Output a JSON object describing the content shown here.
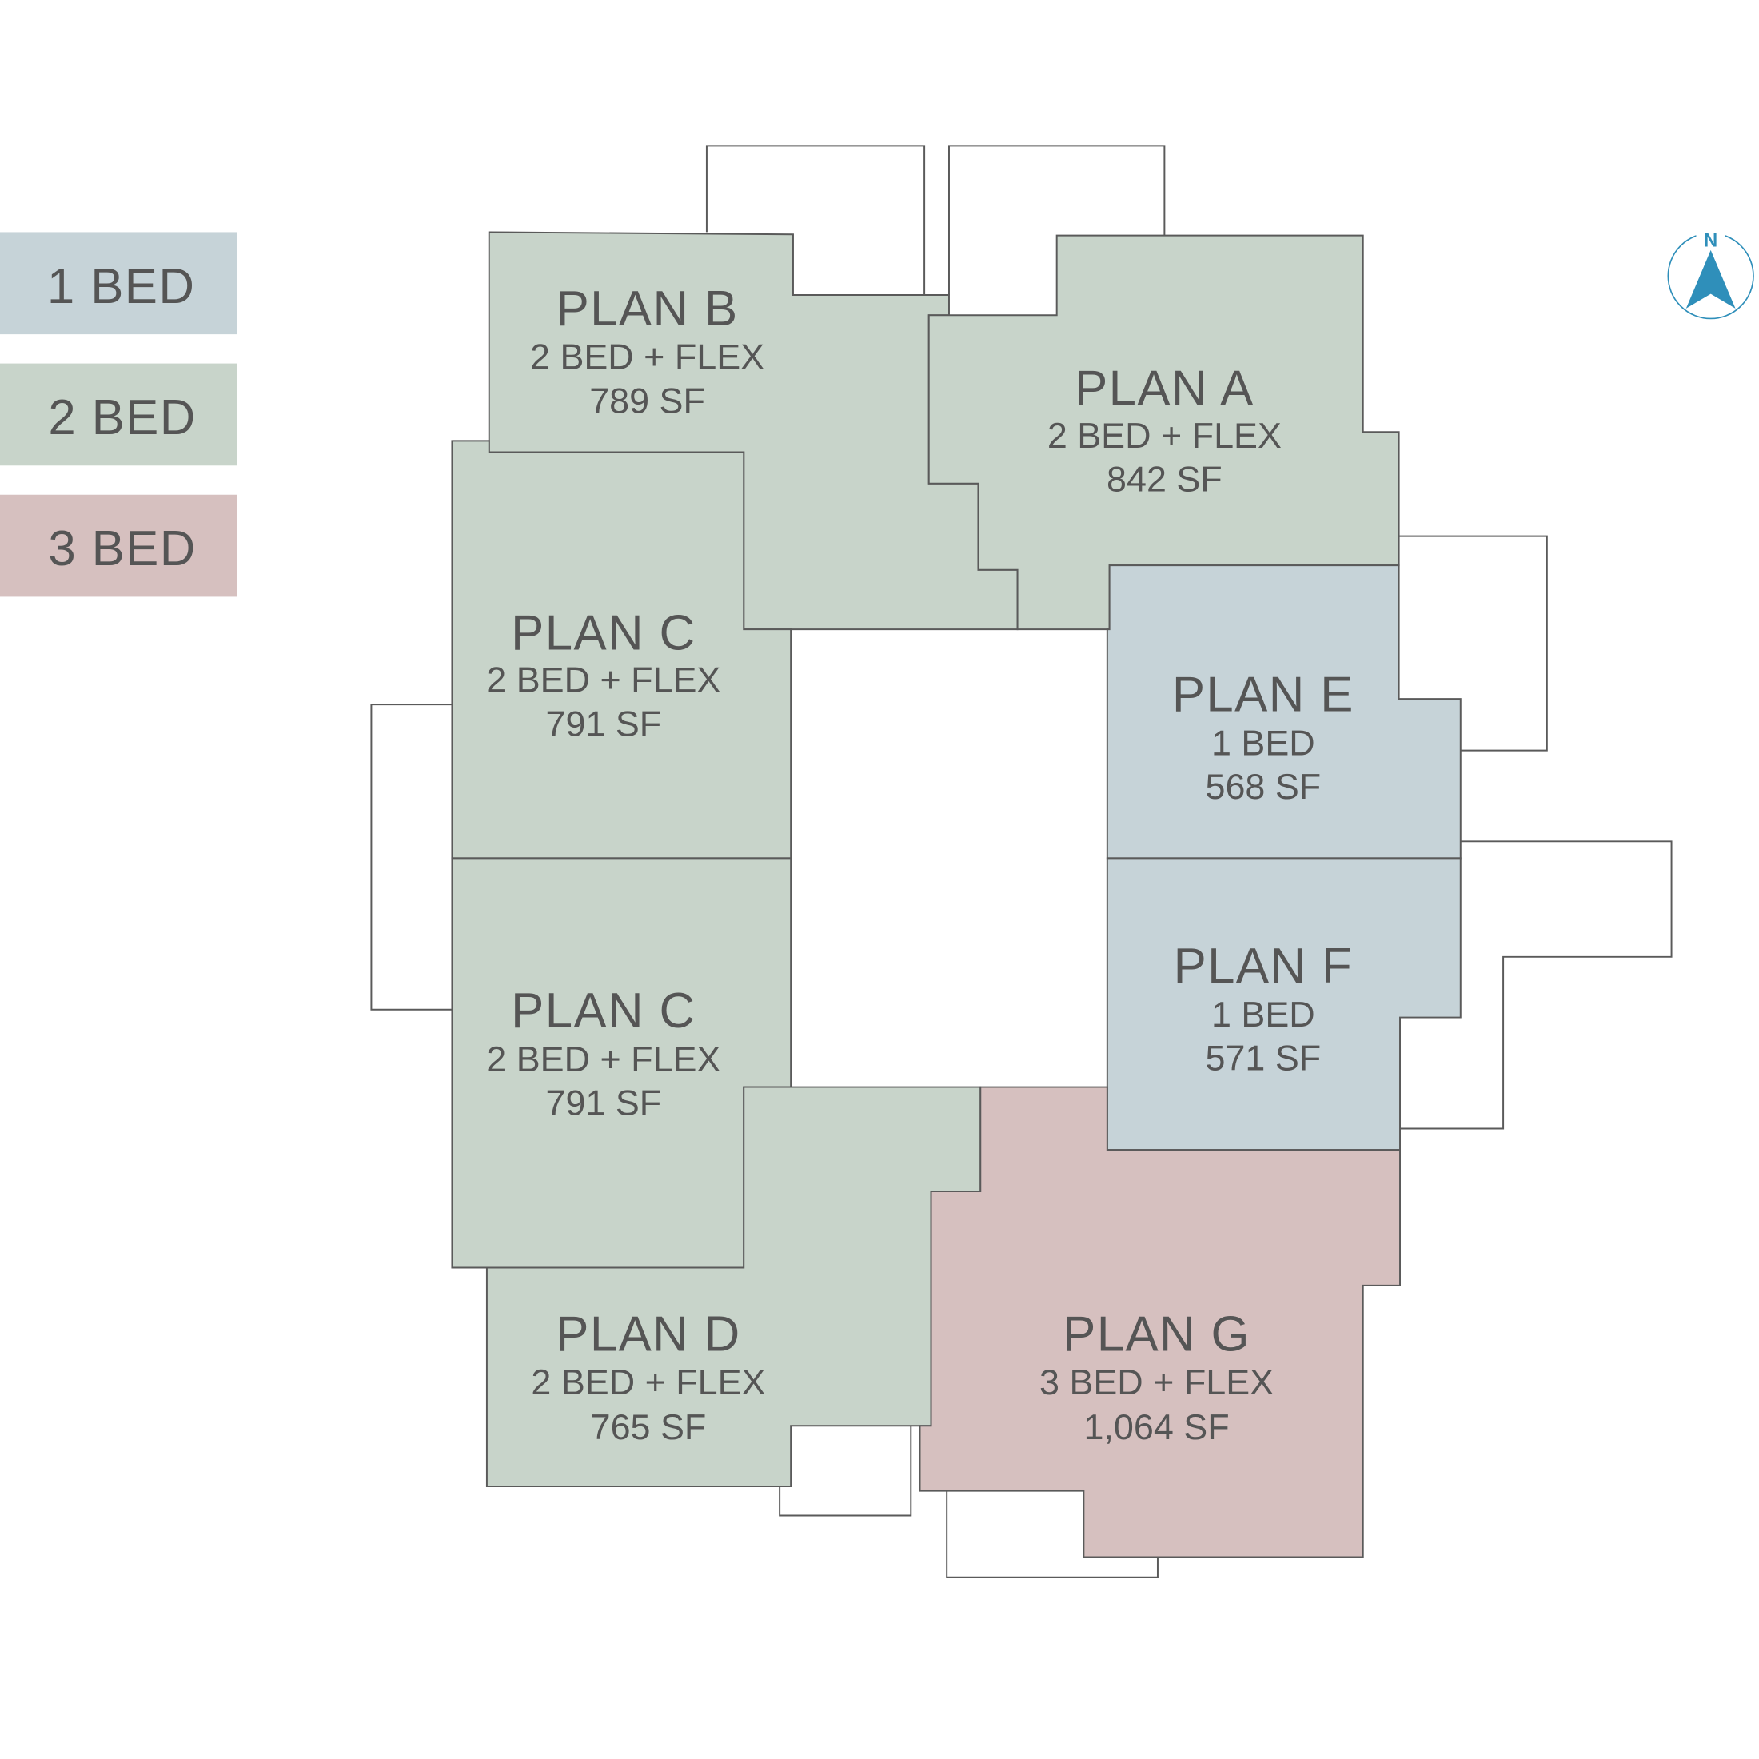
{
  "legend": [
    {
      "label": "1 BED",
      "color": "#c6d3d8"
    },
    {
      "label": "2 BED",
      "color": "#c8d4ca"
    },
    {
      "label": "3 BED",
      "color": "#d6c0bf"
    }
  ],
  "compass": {
    "label": "N",
    "color": "#2f8fba"
  },
  "colors": {
    "one_bed": "#c6d3d8",
    "two_bed": "#c8d4ca",
    "three_bed": "#d6c0bf",
    "outline": "#5a5a5a",
    "text": "#555555"
  },
  "plans": {
    "a": {
      "name": "PLAN A",
      "type": "2 BED + FLEX",
      "area": "842 SF"
    },
    "b": {
      "name": "PLAN B",
      "type": "2 BED + FLEX",
      "area": "789 SF"
    },
    "c1": {
      "name": "PLAN C",
      "type": "2 BED + FLEX",
      "area": "791 SF"
    },
    "c2": {
      "name": "PLAN C",
      "type": "2 BED + FLEX",
      "area": "791 SF"
    },
    "d": {
      "name": "PLAN D",
      "type": "2 BED + FLEX",
      "area": "765 SF"
    },
    "e": {
      "name": "PLAN E",
      "type": "1 BED",
      "area": "568 SF"
    },
    "f": {
      "name": "PLAN F",
      "type": "1 BED",
      "area": "571 SF"
    },
    "g": {
      "name": "PLAN G",
      "type": "3 BED + FLEX",
      "area": "1,064 SF"
    }
  }
}
